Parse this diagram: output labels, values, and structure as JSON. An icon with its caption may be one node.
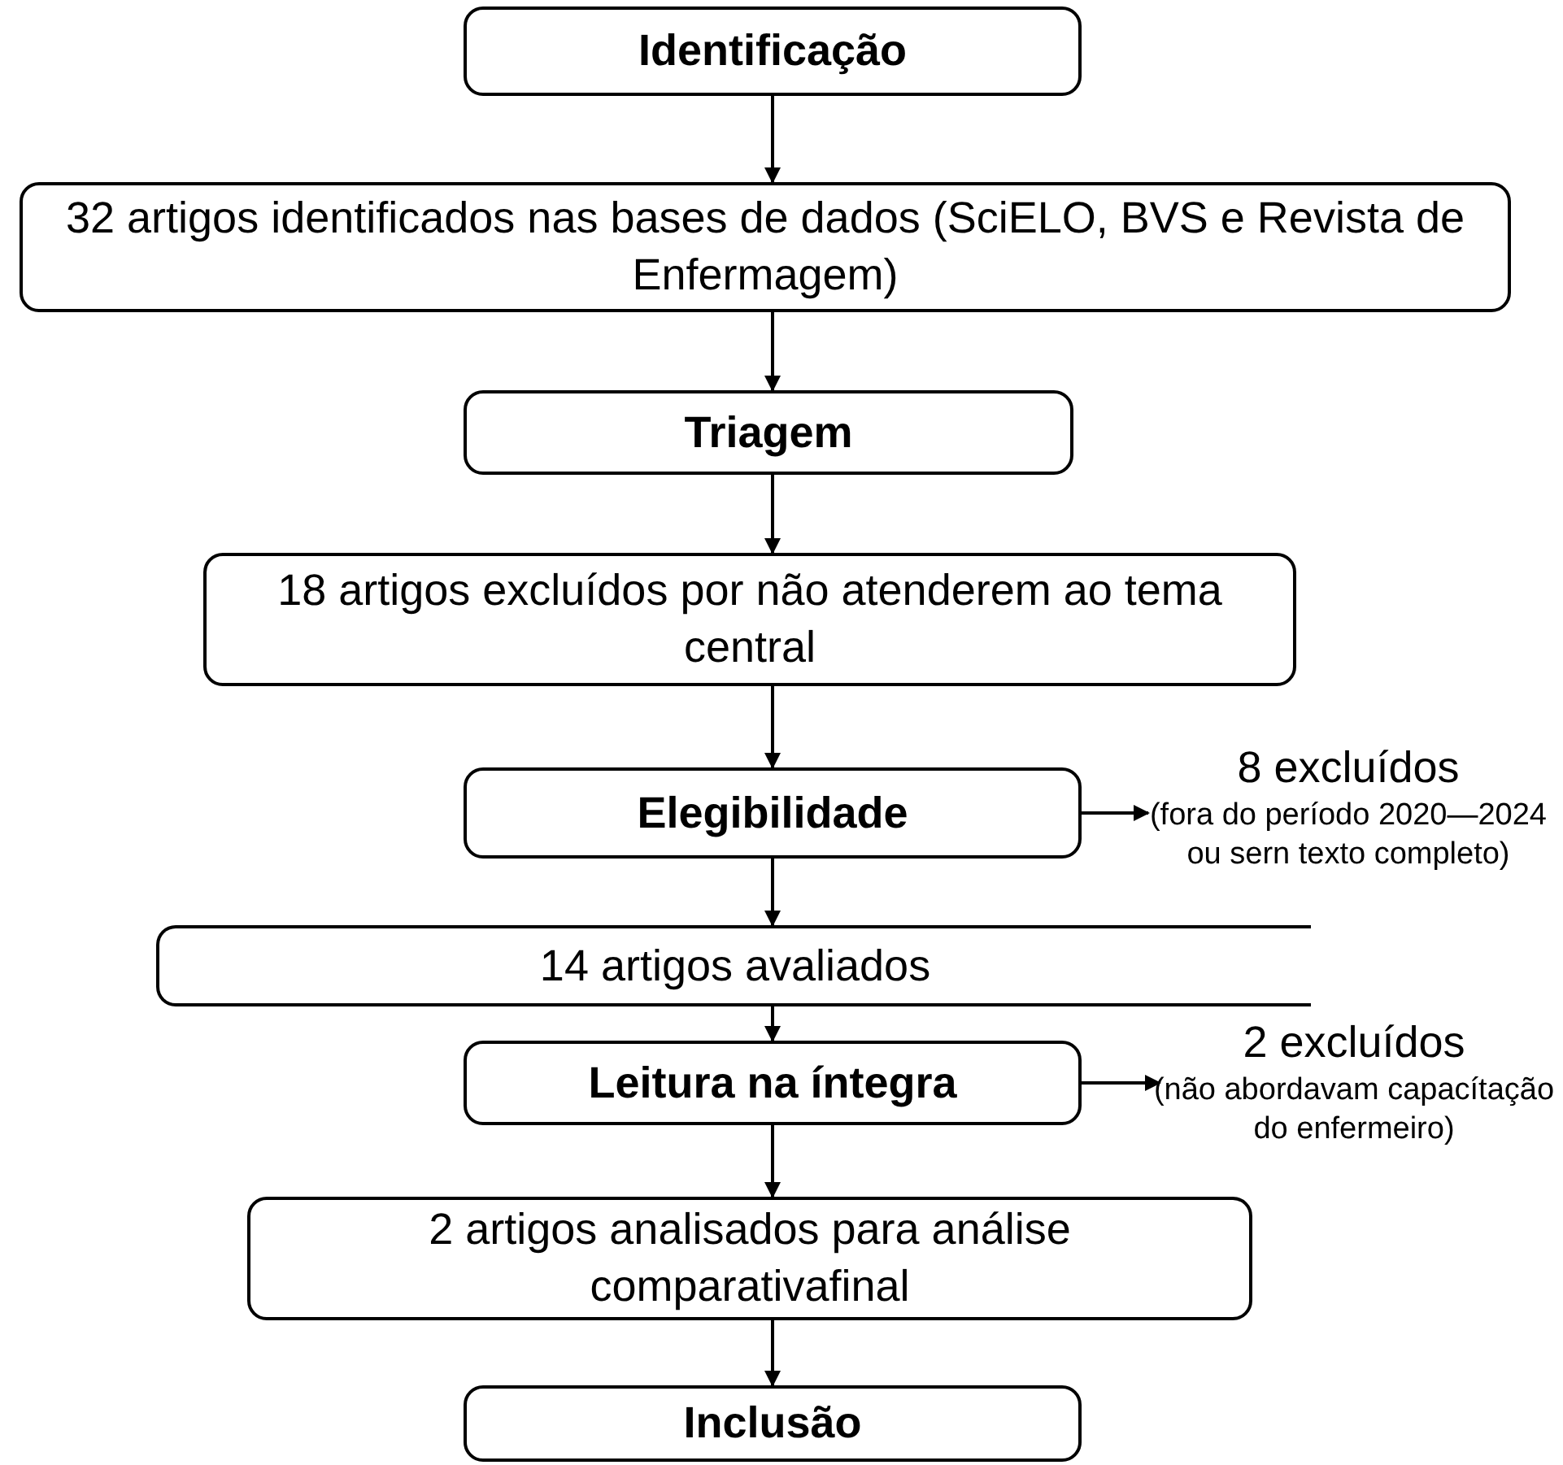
{
  "diagram": {
    "nodes": [
      {
        "text": [
          "Identificação"
        ]
      },
      {
        "text": [
          "32 artigos identificados nas bases de dados (SciELO, BVS e Revista de Enfermagem)"
        ]
      },
      {
        "text": [
          "Triagem"
        ]
      },
      {
        "text": [
          "18 artigos excluídos por não atenderem ao tema central"
        ]
      },
      {
        "text": [
          "Elegibilidade"
        ]
      },
      {
        "text": [
          "8 excluídos",
          "(fora do período 2020—2024 ou sern texto completo)"
        ]
      },
      {
        "text": [
          "14 artigos avaliados"
        ]
      },
      {
        "text": [
          "Leitura na íntegra"
        ]
      },
      {
        "text": [
          "2 excluídos",
          "(não abordavam capacítação do enfermeiro)"
        ]
      },
      {
        "text": [
          "2 artigos analisados para análise comparativafinal"
        ]
      },
      {
        "text": [
          "Inclusão"
        ]
      }
    ],
    "edges": [
      {
        "from": 0,
        "to": 1,
        "arrow": "to"
      },
      {
        "from": 1,
        "to": 2,
        "arrow": "to"
      },
      {
        "from": 2,
        "to": 3,
        "arrow": "to"
      },
      {
        "from": 3,
        "to": 4,
        "arrow": "to"
      },
      {
        "from": 4,
        "to": 5,
        "arrow": "to"
      },
      {
        "from": 4,
        "to": 6,
        "arrow": "to"
      },
      {
        "from": 6,
        "to": 7,
        "arrow": "to"
      },
      {
        "from": 7,
        "to": 8,
        "arrow": "to"
      },
      {
        "from": 7,
        "to": 9,
        "arrow": "to"
      },
      {
        "from": 9,
        "to": 10,
        "arrow": "to"
      }
    ]
  }
}
